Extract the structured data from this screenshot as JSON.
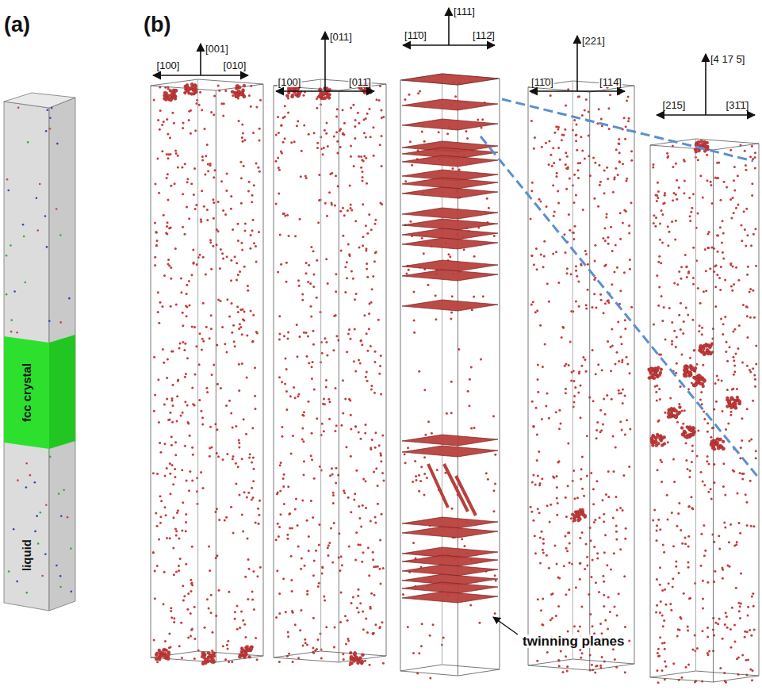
{
  "diagram": {
    "labels": [
      "(a)",
      "fcc crystal",
      "liquid",
      "(b)",
      "[001]",
      "[100]",
      "[010]",
      "[011]",
      "[100]",
      "[011̄]",
      "[111]",
      "[11̄0]",
      "[112̄]",
      "[221]",
      "[11̄0]",
      "[114̄]",
      "[4 17 5̄]",
      "[215]",
      "[31̄1̄]",
      "twinning planes"
    ]
  }
}
